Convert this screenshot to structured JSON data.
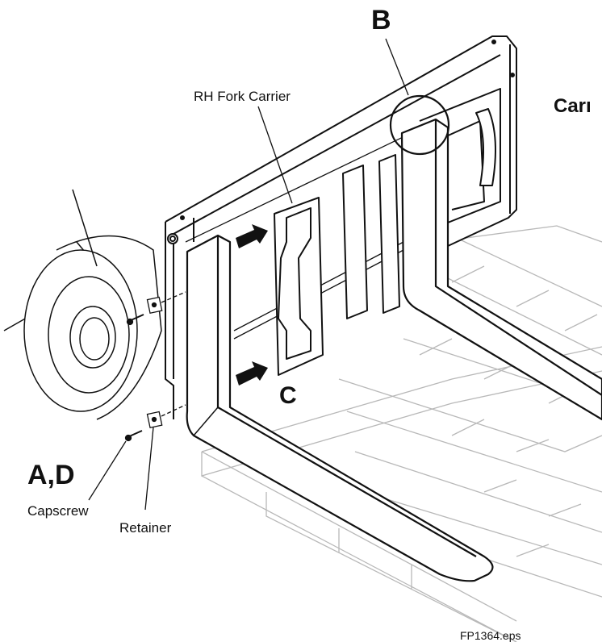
{
  "diagram": {
    "callouts": {
      "b": "B",
      "c": "C",
      "ad": "A,D",
      "carriage_cut": "Carı"
    },
    "parts": {
      "rh_fork_carrier": "RH Fork Carrier",
      "capscrew": "Capscrew",
      "retainer": "Retainer"
    },
    "file_ref": "FP1364.eps",
    "colors": {
      "line": "#111111",
      "pallet_line": "#b8b8b8",
      "arrow": "#111111"
    }
  }
}
